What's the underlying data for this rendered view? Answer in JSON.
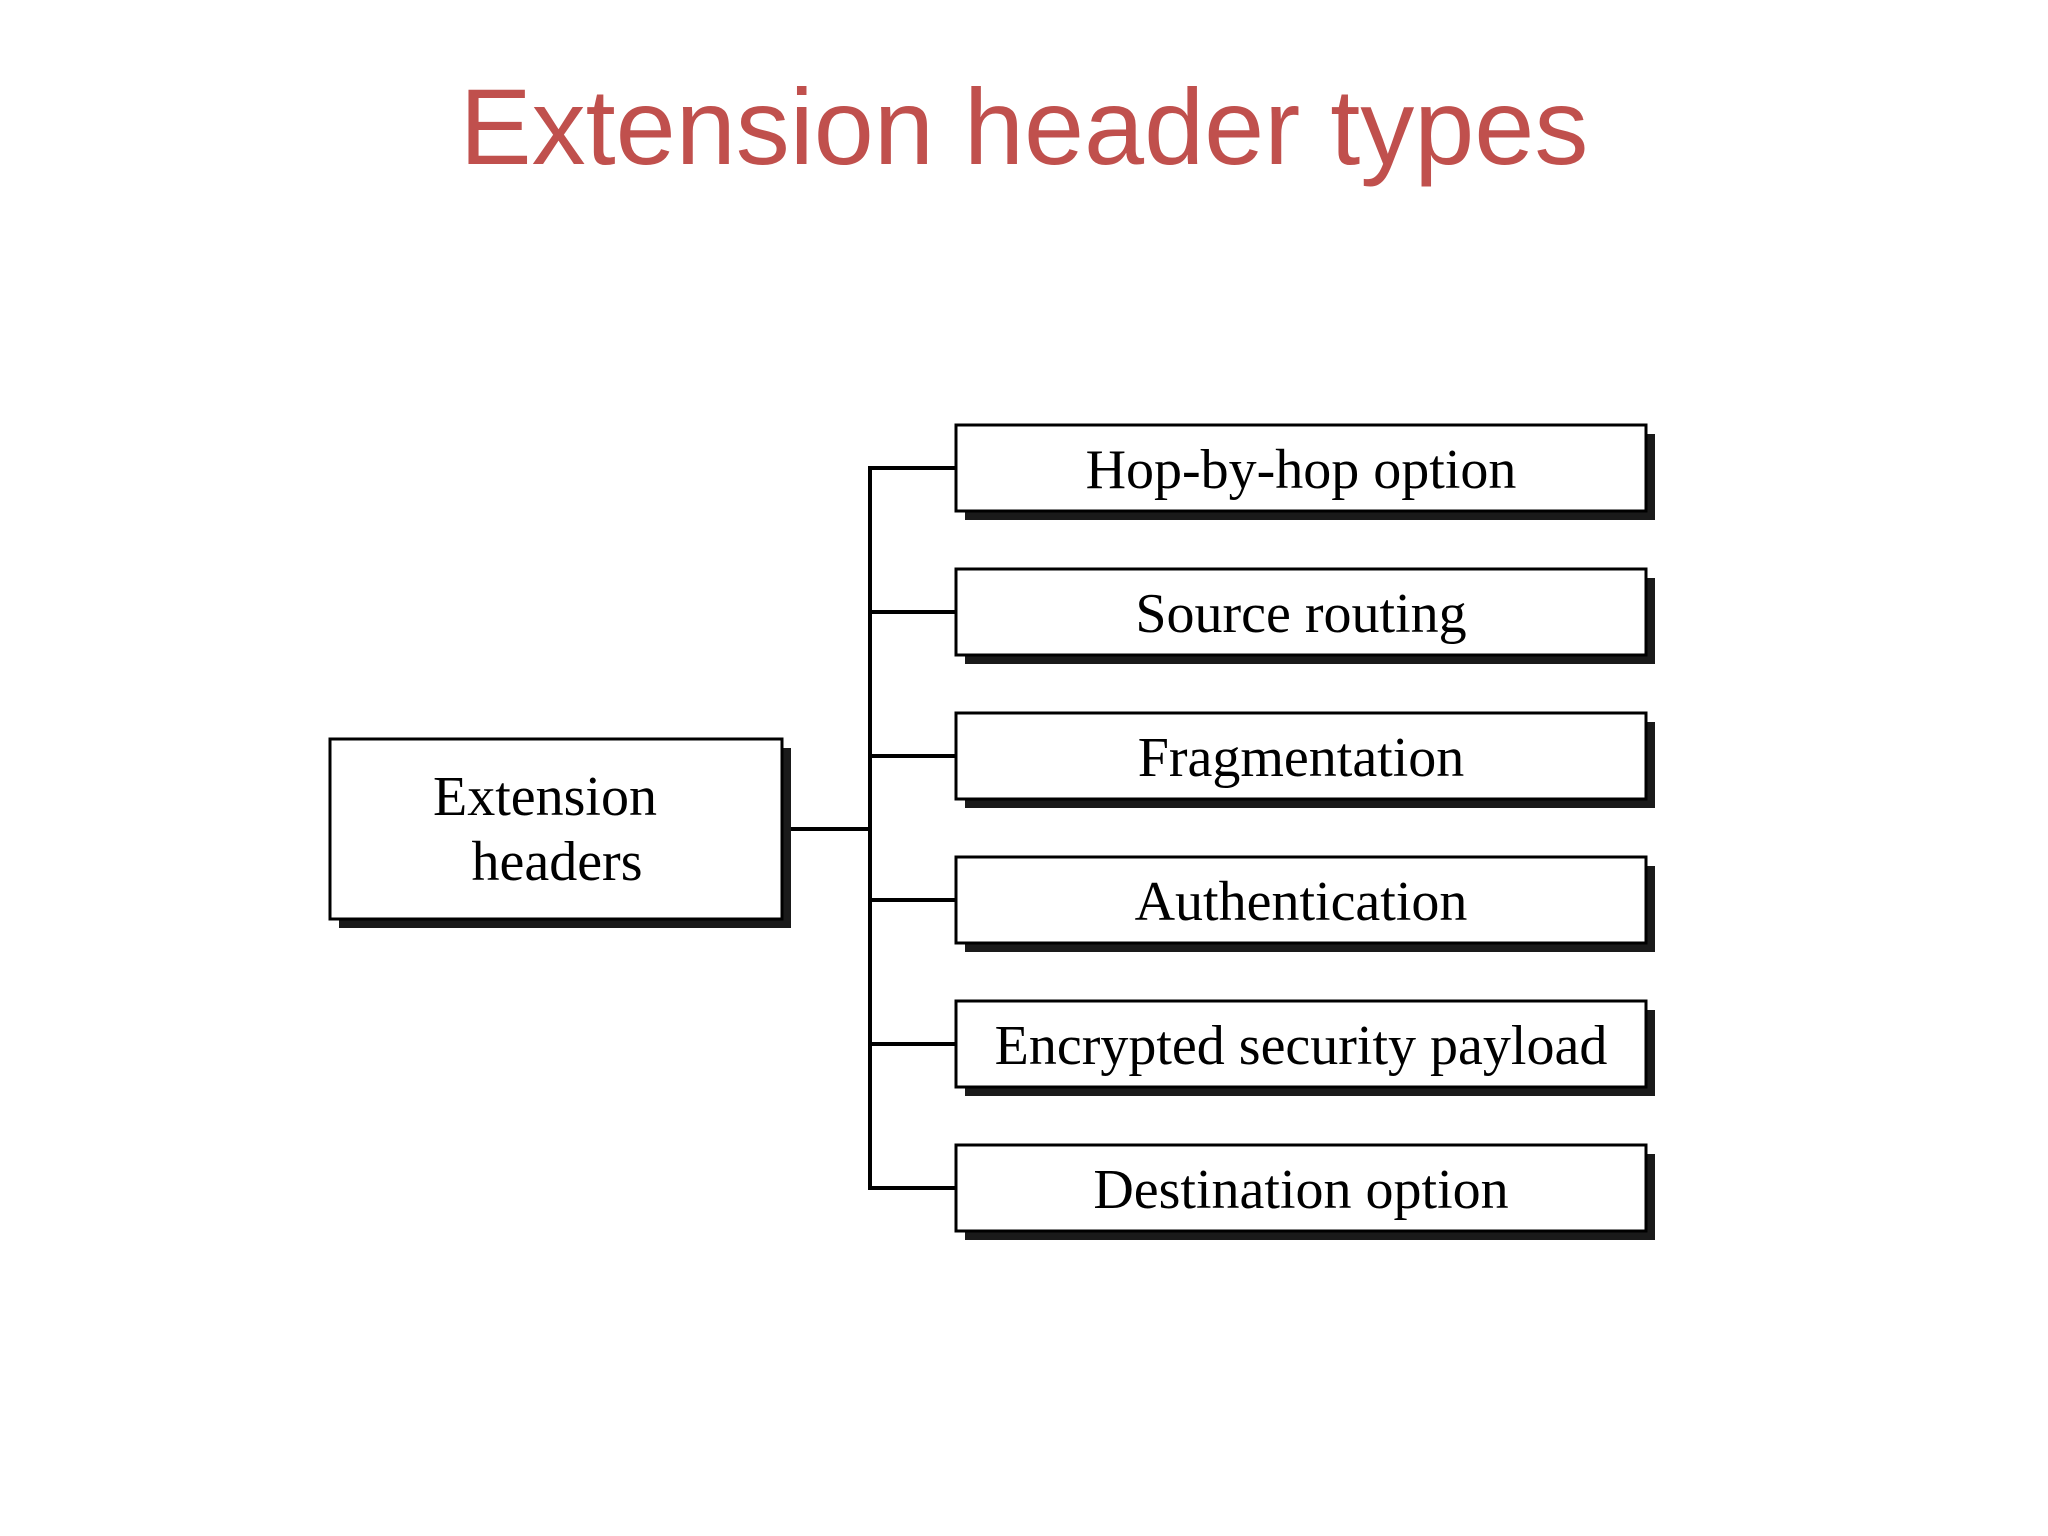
{
  "slide": {
    "title": "Extension header types"
  },
  "colors": {
    "title": "#c0504d",
    "stroke": "#000000",
    "box_fill": "#ffffff",
    "shadow": "#1a1a1a"
  },
  "diagram": {
    "root": {
      "label_lines": [
        "Extension",
        "headers"
      ]
    },
    "children": [
      {
        "label": "Hop-by-hop option"
      },
      {
        "label": "Source routing"
      },
      {
        "label": "Fragmentation"
      },
      {
        "label": "Authentication"
      },
      {
        "label": "Encrypted security payload"
      },
      {
        "label": "Destination option"
      }
    ]
  }
}
